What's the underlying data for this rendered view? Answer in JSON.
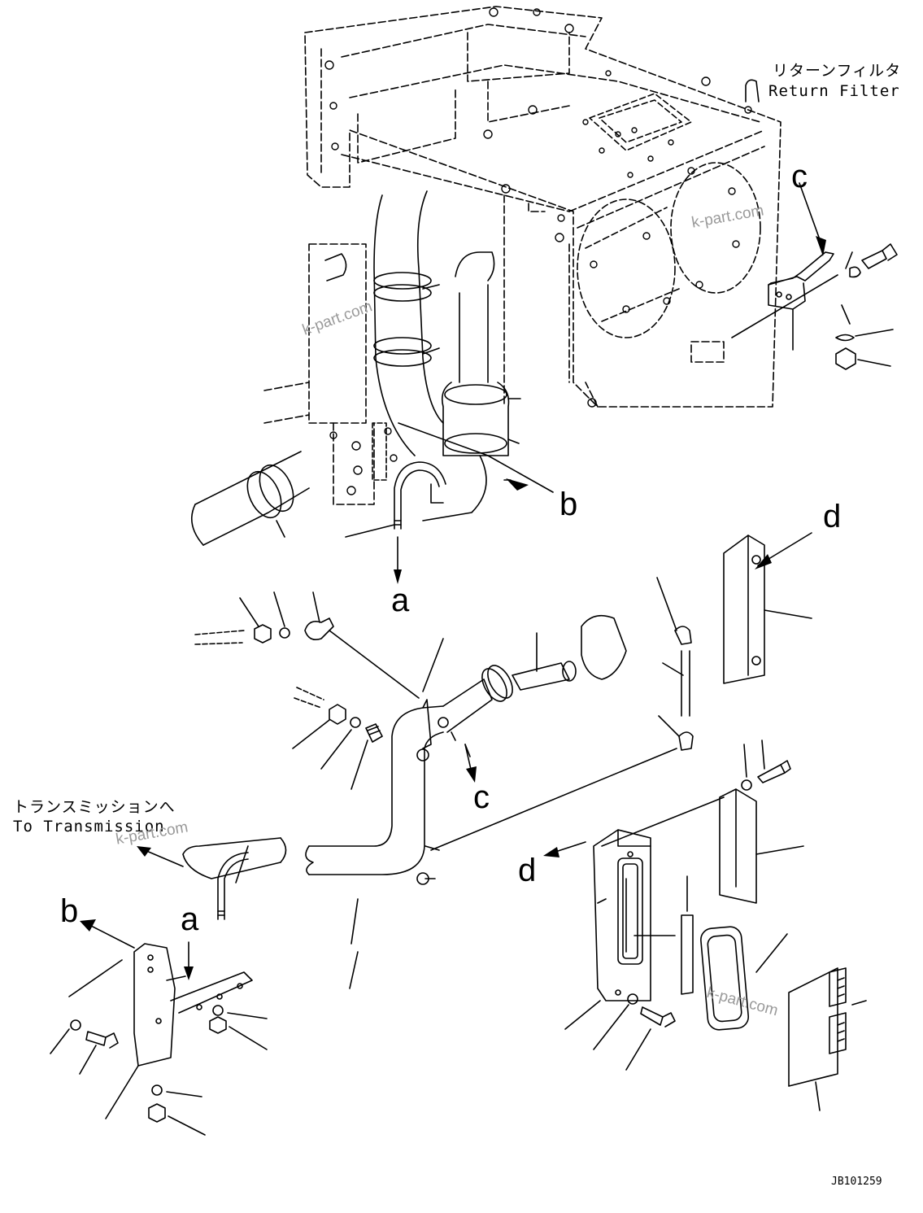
{
  "callouts": {
    "a_top": "a",
    "a_bottom": "a",
    "b_top": "b",
    "b_bottom": "b",
    "c_top": "c",
    "c_middle": "c",
    "d_top": "d",
    "d_middle": "d"
  },
  "captions": {
    "return_filter_jp": "リターンフィルタ",
    "return_filter_en": "Return Filter",
    "to_transmission_jp": "トランスミッションへ",
    "to_transmission_en": "To Transmission"
  },
  "watermarks": [
    "k-part.com",
    "k-part.com",
    "k-part.com",
    "k-part.com"
  ],
  "drawing_code": "JB101259",
  "colors": {
    "line": "#000000",
    "background": "#ffffff",
    "watermark": "#9a9a9a"
  }
}
